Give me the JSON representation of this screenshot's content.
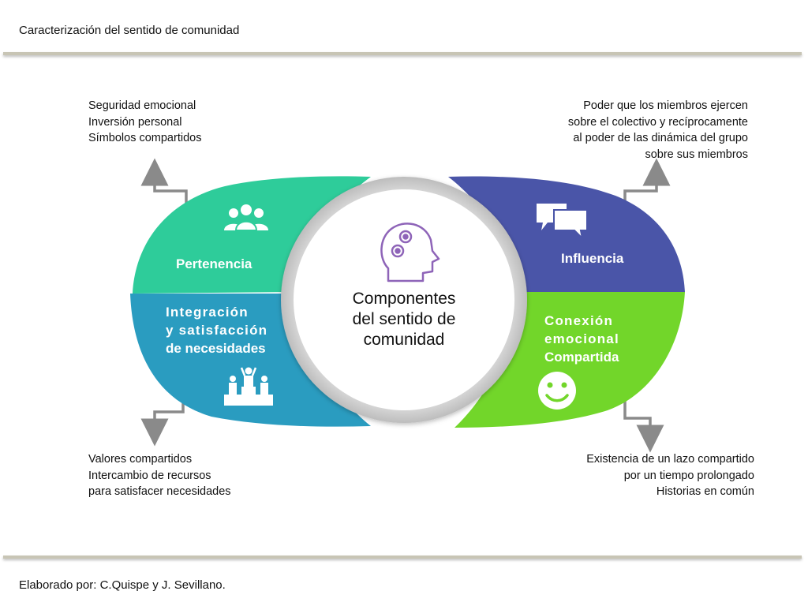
{
  "header": {
    "title": "Caracterización del sentido de comunidad"
  },
  "footer": {
    "credit": "Elaborado por: C.Quispe y J. Sevillano."
  },
  "diagram": {
    "center": {
      "lines": [
        "Componentes",
        "del sentido de",
        "comunidad"
      ],
      "icon": "head-gears-icon"
    },
    "segments": {
      "pertenencia": {
        "label": "Pertenencia",
        "color": "#2ecc9a",
        "icon": "group-people-icon"
      },
      "integracion": {
        "lines": [
          "Integración",
          "y satisfacción",
          "de necesidades"
        ],
        "color": "#2a9cc0",
        "icon": "podium-icon"
      },
      "influencia": {
        "label": "Influencia",
        "color": "#4a55a8",
        "icon": "chat-bubbles-icon"
      },
      "conexion": {
        "lines": [
          "Conexión",
          "emocional",
          "Compartida"
        ],
        "color": "#72d62a",
        "icon": "smiley-icon"
      }
    },
    "notes": {
      "top_left": [
        "Seguridad emocional",
        "Inversión personal",
        "Símbolos compartidos"
      ],
      "top_right": [
        "Poder que los miembros ejercen",
        "sobre el colectivo y recíprocamente",
        "al poder de las dinámica del grupo",
        "sobre sus miembros"
      ],
      "bottom_left": [
        "Valores compartidos",
        "Intercambio de recursos",
        "para satisfacer necesidades"
      ],
      "bottom_right": [
        "Existencia de un lazo compartido",
        "por un tiempo prolongado",
        "Historias en común"
      ]
    }
  }
}
